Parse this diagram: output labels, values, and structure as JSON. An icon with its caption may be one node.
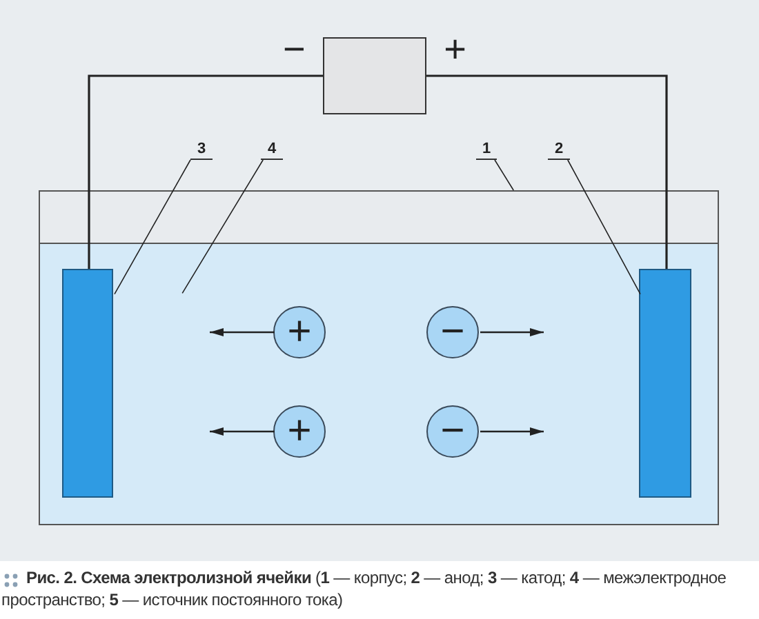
{
  "diagram": {
    "caption": "**Рис. 2. Схема электролизной ячейки** (**1** — корпус; **2** — анод; **3** — катод; **4** — межэлектродное пространство; **5** — источник постоянного тока)",
    "nodes": [
      {
        "text": [],
        "shape": "box",
        "beside": [
          "−",
          "+"
        ]
      },
      {
        "text": [
          "3"
        ]
      },
      {
        "text": [
          "4"
        ]
      },
      {
        "text": [
          "1"
        ]
      },
      {
        "text": [
          "2"
        ]
      },
      {
        "text": [],
        "shape": "box"
      },
      {
        "text": [],
        "shape": "box",
        "in": 5
      },
      {
        "text": [],
        "shape": "bar",
        "in": 6
      },
      {
        "text": [],
        "shape": "bar",
        "in": 6
      },
      {
        "text": [
          "+"
        ],
        "in": 6
      },
      {
        "text": [
          "−"
        ],
        "in": 6
      },
      {
        "text": [
          "+"
        ],
        "in": 6
      },
      {
        "text": [
          "−"
        ],
        "in": 6
      }
    ],
    "edges": [
      {
        "from": 0,
        "to": 7,
        "arrow": "none"
      },
      {
        "from": 0,
        "to": 8,
        "arrow": "none"
      },
      {
        "from": 1,
        "to": 7,
        "arrow": "none"
      },
      {
        "from": 2,
        "to": 6,
        "arrow": "none"
      },
      {
        "from": 3,
        "to": 5,
        "arrow": "none"
      },
      {
        "from": 4,
        "to": 8,
        "arrow": "none"
      },
      {
        "from": 9,
        "to": null,
        "arrow": "to"
      },
      {
        "from": 10,
        "to": null,
        "arrow": "to"
      },
      {
        "from": 11,
        "to": null,
        "arrow": "to"
      },
      {
        "from": 12,
        "to": null,
        "arrow": "to"
      }
    ]
  }
}
